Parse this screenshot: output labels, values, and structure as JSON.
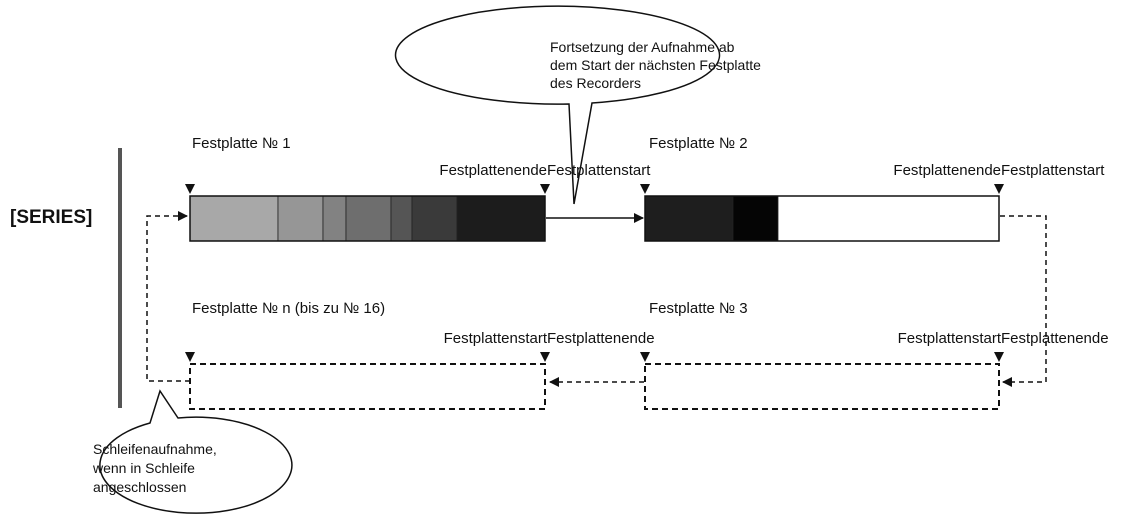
{
  "mode_label": "[SERIES]",
  "callouts": {
    "next_drive": [
      "Fortsetzung der Aufnahme ab",
      "dem Start der nächsten Festplatte",
      "des Recorders"
    ],
    "loop": [
      "Schleifenaufnahme,",
      "wenn in Schleife",
      "angeschlossen"
    ]
  },
  "drives": {
    "d1": {
      "title": "Festplatte № 1",
      "end_label": "Festplattenende"
    },
    "d2": {
      "title": "Festplatte № 2",
      "start_label": "Festplattenstart",
      "end_label": "Festplattenende"
    },
    "d2_next": {
      "start_label": "Festplattenstart"
    },
    "dn": {
      "title": "Festplatte № n (bis zu № 16)",
      "start_label": "Festplattenstart"
    },
    "d3": {
      "title": "Festplatte № 3",
      "start_label": "Festplattenstart",
      "end_label": "Festplattenende"
    },
    "d3_prev": {
      "end_label": "Festplattenende"
    }
  },
  "colors": {
    "drive1_segments": [
      "#a8a8a8",
      "#969696",
      "#828282",
      "#6e6e6e",
      "#555555",
      "#3a3a3a",
      "#1c1c1c"
    ],
    "drive2_segments": [
      "#1e1e1e",
      "#050505",
      "#ffffff"
    ],
    "line": "#111111",
    "divider": "#555555"
  }
}
